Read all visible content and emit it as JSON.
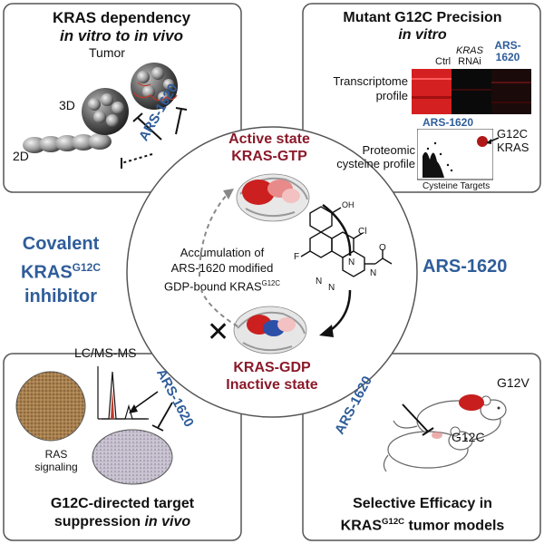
{
  "panels": {
    "top_left": {
      "title_line1": "KRAS dependency",
      "title_line2": "in vitro to in vivo",
      "labels": {
        "tumor": "Tumor",
        "three_d": "3D",
        "two_d": "2D"
      },
      "drug": "ARS-1620"
    },
    "top_right": {
      "title_line1": "Mutant G12C Precision",
      "title_line2": "in vitro",
      "columns": {
        "ctrl": "Ctrl",
        "kras_rnai_line1": "KRAS",
        "kras_rnai_line2": "RNAi",
        "ars_line1": "ARS-",
        "ars_line2": "1620"
      },
      "transcriptome_line1": "Transcriptome",
      "transcriptome_line2": "profile",
      "proteomic_drug": "ARS-1620",
      "proteomic_line1": "Proteomic",
      "proteomic_line2": "cysteine profile",
      "g12c_line1": "G12C",
      "g12c_line2": "KRAS",
      "x_axis": "Cysteine Targets"
    },
    "left_middle": {
      "line1": "Covalent",
      "line2_main": "KRAS",
      "line2_sup": "G12C",
      "line3": "inhibitor"
    },
    "right_middle": {
      "label": "ARS-1620"
    },
    "center": {
      "active_line1": "Active state",
      "active_line2": "KRAS-GTP",
      "inactive_line1": "KRAS-GDP",
      "inactive_line2": "Inactive state",
      "accum_line1": "Accumulation of",
      "accum_line2": "ARS-1620 modified",
      "accum_line3_main": "GDP-bound KRAS",
      "accum_line3_sup": "G12C",
      "block_mark": "✕",
      "chem": {
        "oh": "OH",
        "cl": "Cl",
        "f": "F",
        "n1": "N",
        "n2": "N",
        "n3": "N",
        "n4": "N",
        "o": "O"
      }
    },
    "bottom_left": {
      "lcms": "LC/MS-MS",
      "drug": "ARS-1620",
      "ras_line1": "RAS",
      "ras_line2": "signaling",
      "title_line1": "G12C-directed target",
      "title_line2_main": "suppression ",
      "title_line2_italic": "in vivo"
    },
    "bottom_right": {
      "drug": "ARS-1620",
      "g12v": "G12V",
      "g12c": "G12C",
      "title_line1": "Selective Efficacy in",
      "title_line2_main": "KRAS",
      "title_line2_sup": "G12C",
      "title_line2_rest": " tumor models"
    }
  },
  "colors": {
    "blue": "#2f5d9a",
    "red": "#8b1a2a",
    "panel_border": "#555555",
    "background": "#ffffff"
  }
}
